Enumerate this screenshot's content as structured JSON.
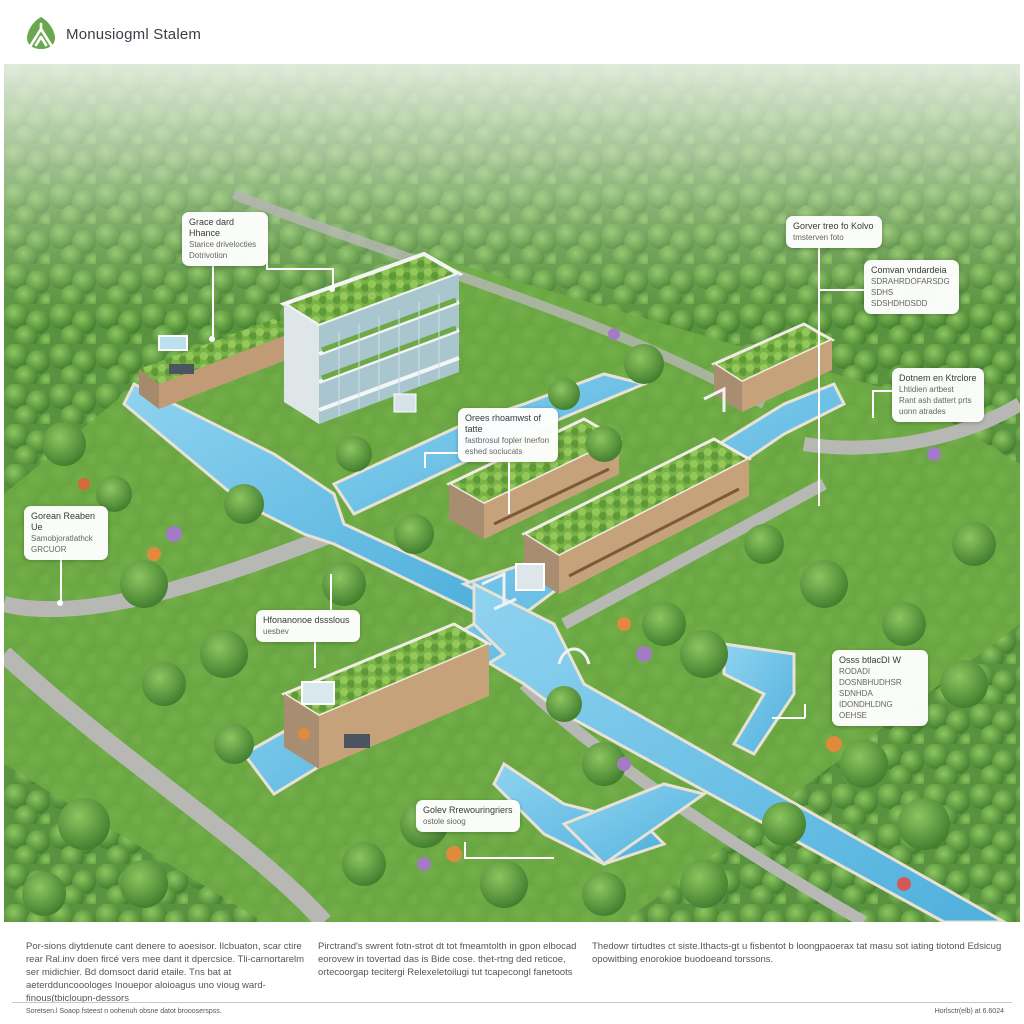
{
  "header": {
    "app_title": "Monusiogml Stalem",
    "logo_icon": "leaf-tent-logo-icon",
    "brand_color": "#6aa84f"
  },
  "scene": {
    "description": "Aerial isometric view of green-roof buildings connected by blue water channels in a forest",
    "colors": {
      "forest": "#5d9440",
      "water": "#6ec3e8",
      "path": "#b8b8b8",
      "wall": "#b89a7a",
      "roof": "#7fb84a"
    }
  },
  "callouts": [
    {
      "id": "top-left",
      "title": "Grace dard Hhance",
      "lines": [
        "Starice drivelocties",
        "Dotrivotion"
      ]
    },
    {
      "id": "top-right-upper",
      "title": "Gorver treo fo Kolvo",
      "lines": [
        "tmsterven foto"
      ]
    },
    {
      "id": "top-right-middle",
      "title": "Comvan vndardeia",
      "lines": [
        "SDRAHRDOFARSDG SDHS",
        "SDSHDHDSDD"
      ]
    },
    {
      "id": "right-middle",
      "title": "Dotnem en Ktrclore",
      "lines": [
        "Lhtidien artbest",
        "Rant ash dattert prts",
        "uonn atrades"
      ]
    },
    {
      "id": "center",
      "title": "Orees rhoamwst of tatte",
      "lines": [
        "fastbrosul fopler Inerfon",
        "eshed sociucats"
      ]
    },
    {
      "id": "left",
      "title": "Gorean Reaben Ue",
      "lines": [
        "Samobjoratlathck",
        "GRCUOR"
      ]
    },
    {
      "id": "lower-left",
      "title": "Hfonanonoe  dssslous",
      "lines": [
        "uesbev"
      ]
    },
    {
      "id": "lower-right",
      "title": "Osss btlacDI W",
      "lines": [
        "RODADI DOSNBHUDHSR",
        "SDNHDA IDONDHLDNG",
        "OEHSE"
      ]
    },
    {
      "id": "bottom",
      "title": "Golev Rrewouringriers",
      "lines": [
        "ostole sioog"
      ]
    }
  ],
  "description_columns": [
    "Por-sions diytdenute cant denere to aoesisor. Ilcbuaton, scar ctire rear Ral.inv doen fircé vers mee dant it dpercsice. Tli-carnortarelm ser midichier. Bd domsoct darid etaile. Tns bat at aeterdduncooologes Inouepor aloioagus uno vioug ward-finous(tbicloupn-dessors",
    "Pirctrand's swrent fotn-strot dt tot fmeamtolth in gpon elbocad eorovew in tovertad das is Bide cose. thet-rtng ded reticoe, ortecoorgap tecitergi Relexeletoilugi tut tcapecongl fanetoots",
    "Thedowr tirtudtes ct siste.Ithacts-gt u fisbentot b loongpaoerax tat masu sot iating tiotond Edsicug opowitbing enorokioe buodoeand torssons."
  ],
  "footer": {
    "left": "Soretsen.l Soaop fsteest n oohenuh obsne datot broooserspss.",
    "right": "Horlsctr(elb) at 6.6024"
  }
}
